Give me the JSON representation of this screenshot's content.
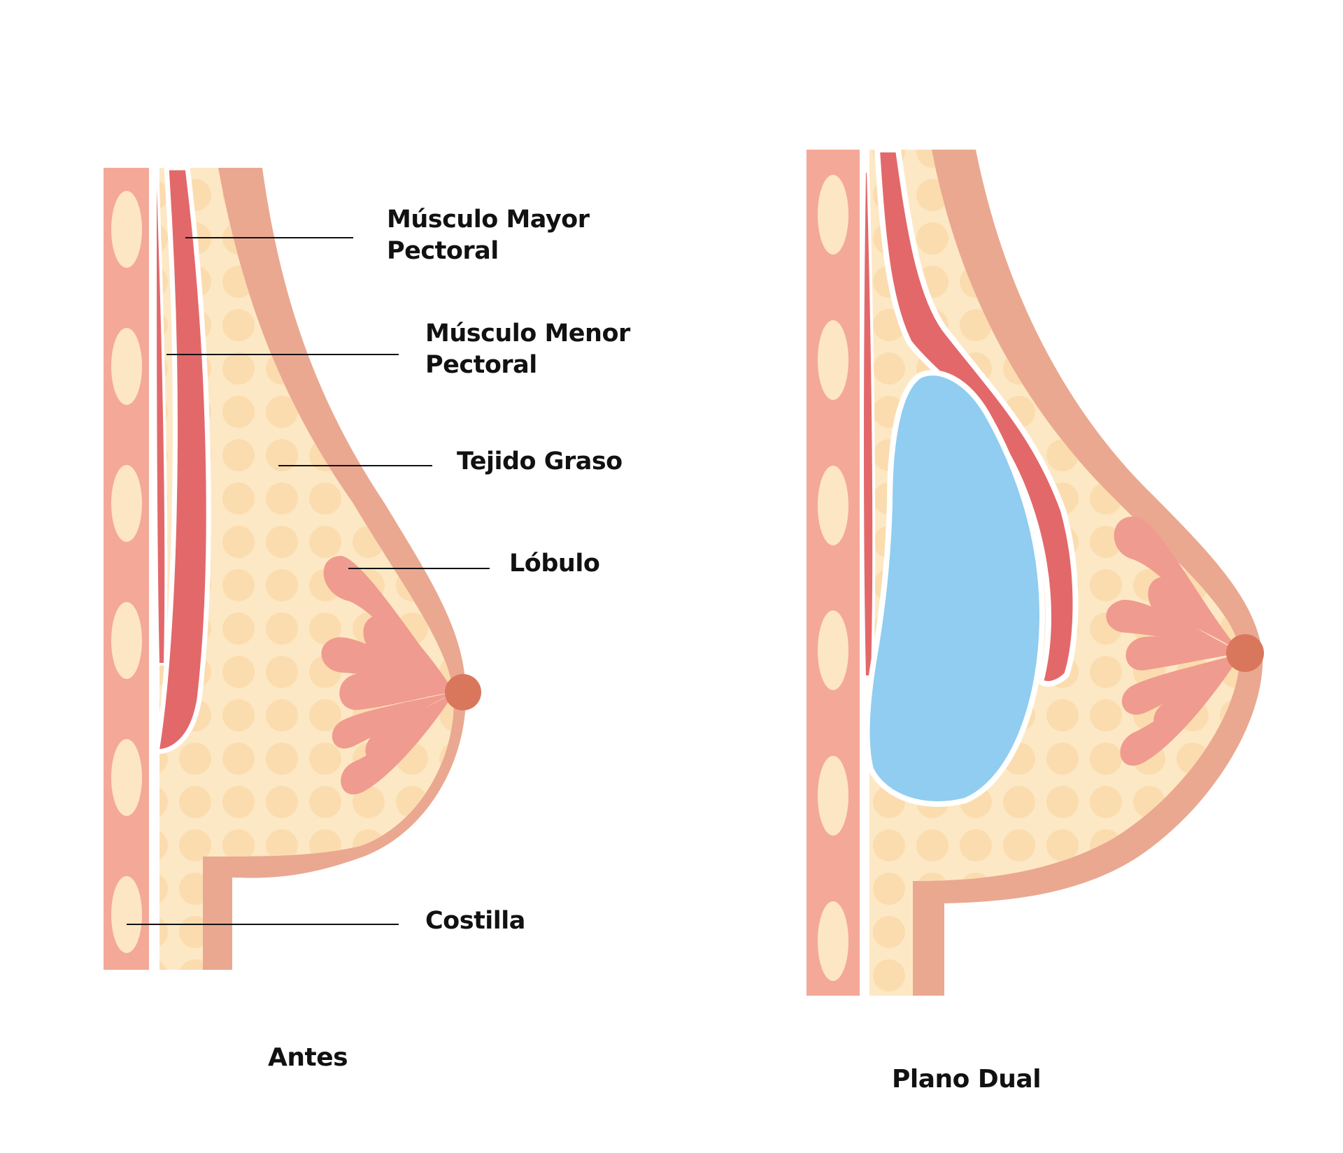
{
  "labels": {
    "pectoral_major_line1": "Músculo Mayor",
    "pectoral_major_line2": "Pectoral",
    "pectoral_minor_line1": "Músculo Menor",
    "pectoral_minor_line2": "Pectoral",
    "fat_tissue": "Tejido Graso",
    "lobule": "Lóbulo",
    "rib": "Costilla"
  },
  "captions": {
    "before": "Antes",
    "dual_plane": "Plano Dual"
  },
  "colors": {
    "rib_wall": "#f4a898",
    "rib_bone": "#fde6c4",
    "fat": "#fde8c5",
    "fat_dot": "#fbdcaf",
    "skin": "#eaa891",
    "muscle": "#e3686a",
    "lobule": "#f09b8f",
    "nipple": "#d9775c",
    "implant": "#90cdf0",
    "leader_line": "#111111"
  }
}
